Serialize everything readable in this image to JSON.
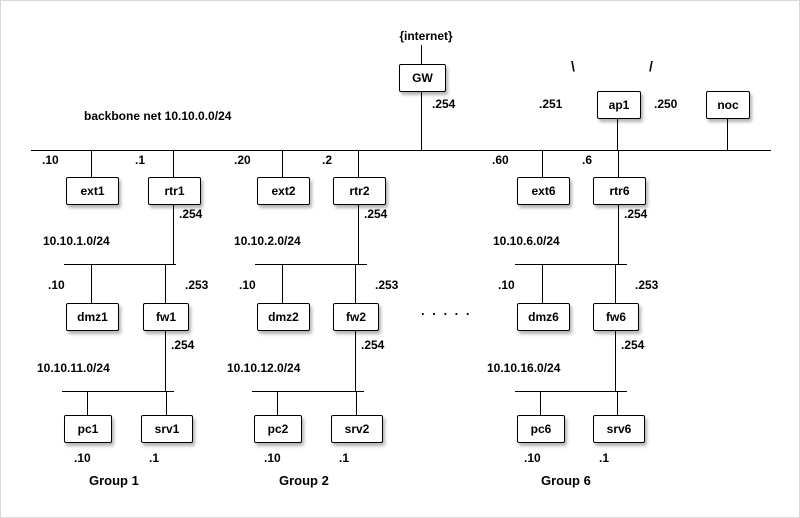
{
  "title": "{internet}",
  "backbone": {
    "label": "backbone net 10.10.0.0/24"
  },
  "gw": {
    "label": "GW",
    "backbone_iface": ".254"
  },
  "ap1": {
    "label": "ap1",
    "antenna_left": "\\",
    "antenna_right": "/",
    "left_iface": ".251",
    "right_iface": ".250"
  },
  "noc": {
    "label": "noc"
  },
  "ellipsis": ". . . . .",
  "groups": [
    {
      "name": "Group 1",
      "ext": {
        "label": "ext1",
        "backbone_iface": ".10"
      },
      "rtr": {
        "label": "rtr1",
        "backbone_iface": ".1",
        "dmz_iface": ".254"
      },
      "dmz_net": "10.10.1.0/24",
      "dmz": {
        "label": "dmz1",
        "iface": ".10"
      },
      "fw": {
        "label": "fw1",
        "dmz_iface": ".253",
        "lan_iface": ".254"
      },
      "lan_net": "10.10.11.0/24",
      "pc": {
        "label": "pc1",
        "iface": ".10"
      },
      "srv": {
        "label": "srv1",
        "iface": ".1"
      }
    },
    {
      "name": "Group 2",
      "ext": {
        "label": "ext2",
        "backbone_iface": ".20"
      },
      "rtr": {
        "label": "rtr2",
        "backbone_iface": ".2",
        "dmz_iface": ".254"
      },
      "dmz_net": "10.10.2.0/24",
      "dmz": {
        "label": "dmz2",
        "iface": ".10"
      },
      "fw": {
        "label": "fw2",
        "dmz_iface": ".253",
        "lan_iface": ".254"
      },
      "lan_net": "10.10.12.0/24",
      "pc": {
        "label": "pc2",
        "iface": ".10"
      },
      "srv": {
        "label": "srv2",
        "iface": ".1"
      }
    },
    {
      "name": "Group 6",
      "ext": {
        "label": "ext6",
        "backbone_iface": ".60"
      },
      "rtr": {
        "label": "rtr6",
        "backbone_iface": ".6",
        "dmz_iface": ".254"
      },
      "dmz_net": "10.10.6.0/24",
      "dmz": {
        "label": "dmz6",
        "iface": ".10"
      },
      "fw": {
        "label": "fw6",
        "dmz_iface": ".253",
        "lan_iface": ".254"
      },
      "lan_net": "10.10.16.0/24",
      "pc": {
        "label": "pc6",
        "iface": ".10"
      },
      "srv": {
        "label": "srv6",
        "iface": ".1"
      }
    }
  ]
}
